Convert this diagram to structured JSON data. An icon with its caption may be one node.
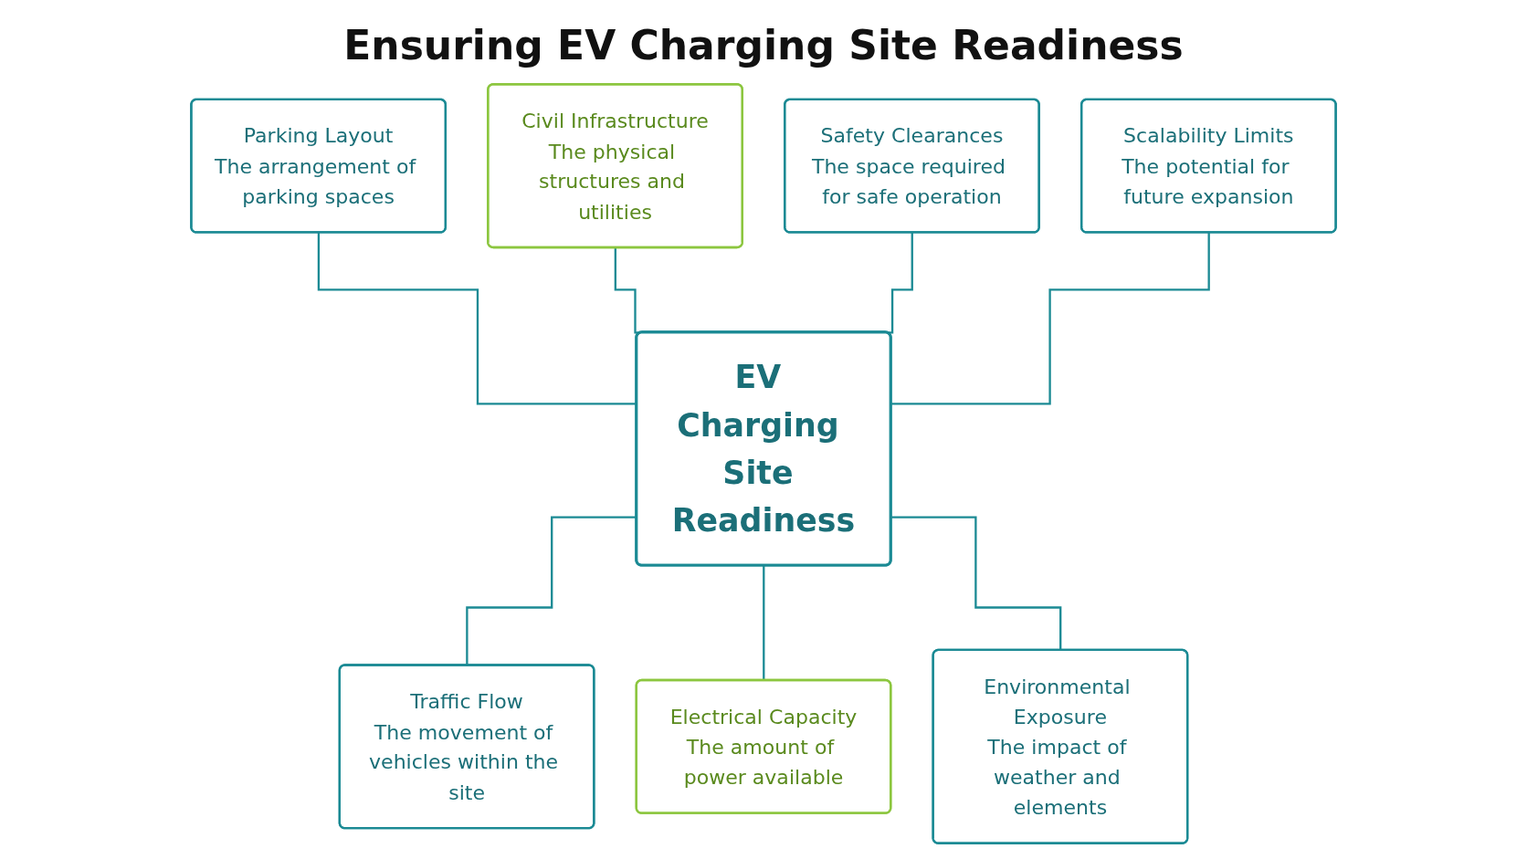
{
  "diagram": {
    "title": "Ensuring EV Charging Site Readiness",
    "nodes": [
      {
        "text": [
          "Parking Layout",
          "The arrangement of parking spaces"
        ]
      },
      {
        "text": [
          "Civil Infrastructure",
          "The physical structures and utilities"
        ]
      },
      {
        "text": [
          "Safety Clearances",
          "The space required for safe operation"
        ]
      },
      {
        "text": [
          "Scalability Limits",
          "The potential for future expansion"
        ]
      },
      {
        "text": [
          "EV Charging Site Readiness"
        ]
      },
      {
        "text": [
          "Traffic Flow",
          "The movement of vehicles within the site"
        ]
      },
      {
        "text": [
          "Electrical Capacity",
          "The amount of power available"
        ]
      },
      {
        "text": [
          "Environmental Exposure",
          "The impact of weather and elements"
        ]
      }
    ],
    "edges": [
      {
        "from": 0,
        "to": 4,
        "arrow": "none"
      },
      {
        "from": 1,
        "to": 4,
        "arrow": "none"
      },
      {
        "from": 2,
        "to": 4,
        "arrow": "none"
      },
      {
        "from": 3,
        "to": 4,
        "arrow": "none"
      },
      {
        "from": 4,
        "to": 5,
        "arrow": "none"
      },
      {
        "from": 4,
        "to": 6,
        "arrow": "none"
      },
      {
        "from": 4,
        "to": 7,
        "arrow": "none"
      }
    ]
  }
}
